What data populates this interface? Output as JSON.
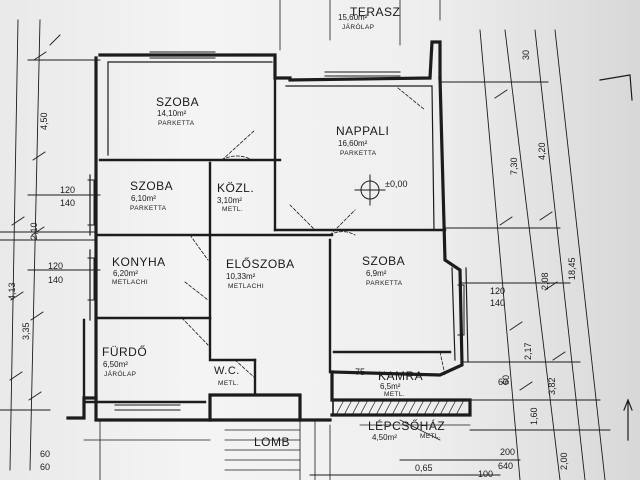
{
  "rooms": {
    "terasz": {
      "name": "TERASZ",
      "area": "15,60m²",
      "floor": "JÁRÓLAP"
    },
    "szoba1": {
      "name": "SZOBA",
      "area": "14,10m²",
      "floor": "PARKETTA"
    },
    "nappali": {
      "name": "NAPPALI",
      "area": "16,60m²",
      "floor": "PARKETTA"
    },
    "szoba2": {
      "name": "SZOBA",
      "area": "6,10m²",
      "floor": "PARKETTA"
    },
    "kozl": {
      "name": "KÖZL.",
      "area": "3,10m²",
      "floor": "METL."
    },
    "konyha": {
      "name": "KONYHA",
      "area": "6,20m²",
      "floor": "METLACHI"
    },
    "eloszoba": {
      "name": "ELŐSZOBA",
      "area": "10,33m²",
      "floor": "METLACHI"
    },
    "szoba3": {
      "name": "SZOBA",
      "area": "6,9m²",
      "floor": "PARKETTA"
    },
    "furdo": {
      "name": "FÜRDŐ",
      "area": "6,50m²",
      "floor": "JÁRÓLAP"
    },
    "wc": {
      "name": "W.C.",
      "area": "",
      "floor": "METL."
    },
    "kamra": {
      "name": "KAMRA",
      "area": "6,5m²",
      "floor": "METL."
    },
    "lepcsohaz": {
      "name": "LÉPCSŐHÁZ",
      "area": "4,50m²",
      "floor": "METL."
    },
    "lomb": {
      "name": "LOMB",
      "area": "",
      "floor": ""
    }
  },
  "markers": {
    "level": "±0,00"
  },
  "dimensions": {
    "left": [
      "4,50",
      "120",
      "140",
      "2,10",
      "120",
      "140",
      "4,13",
      "3,35",
      "60",
      "60"
    ],
    "right": [
      "30",
      "4,20",
      "7,30",
      "18,45",
      "2,08",
      "2,17",
      "60",
      "1,60",
      "3,82",
      "2,00",
      "120",
      "140",
      "75",
      "60",
      "200",
      "640",
      "0,65",
      "100"
    ]
  }
}
